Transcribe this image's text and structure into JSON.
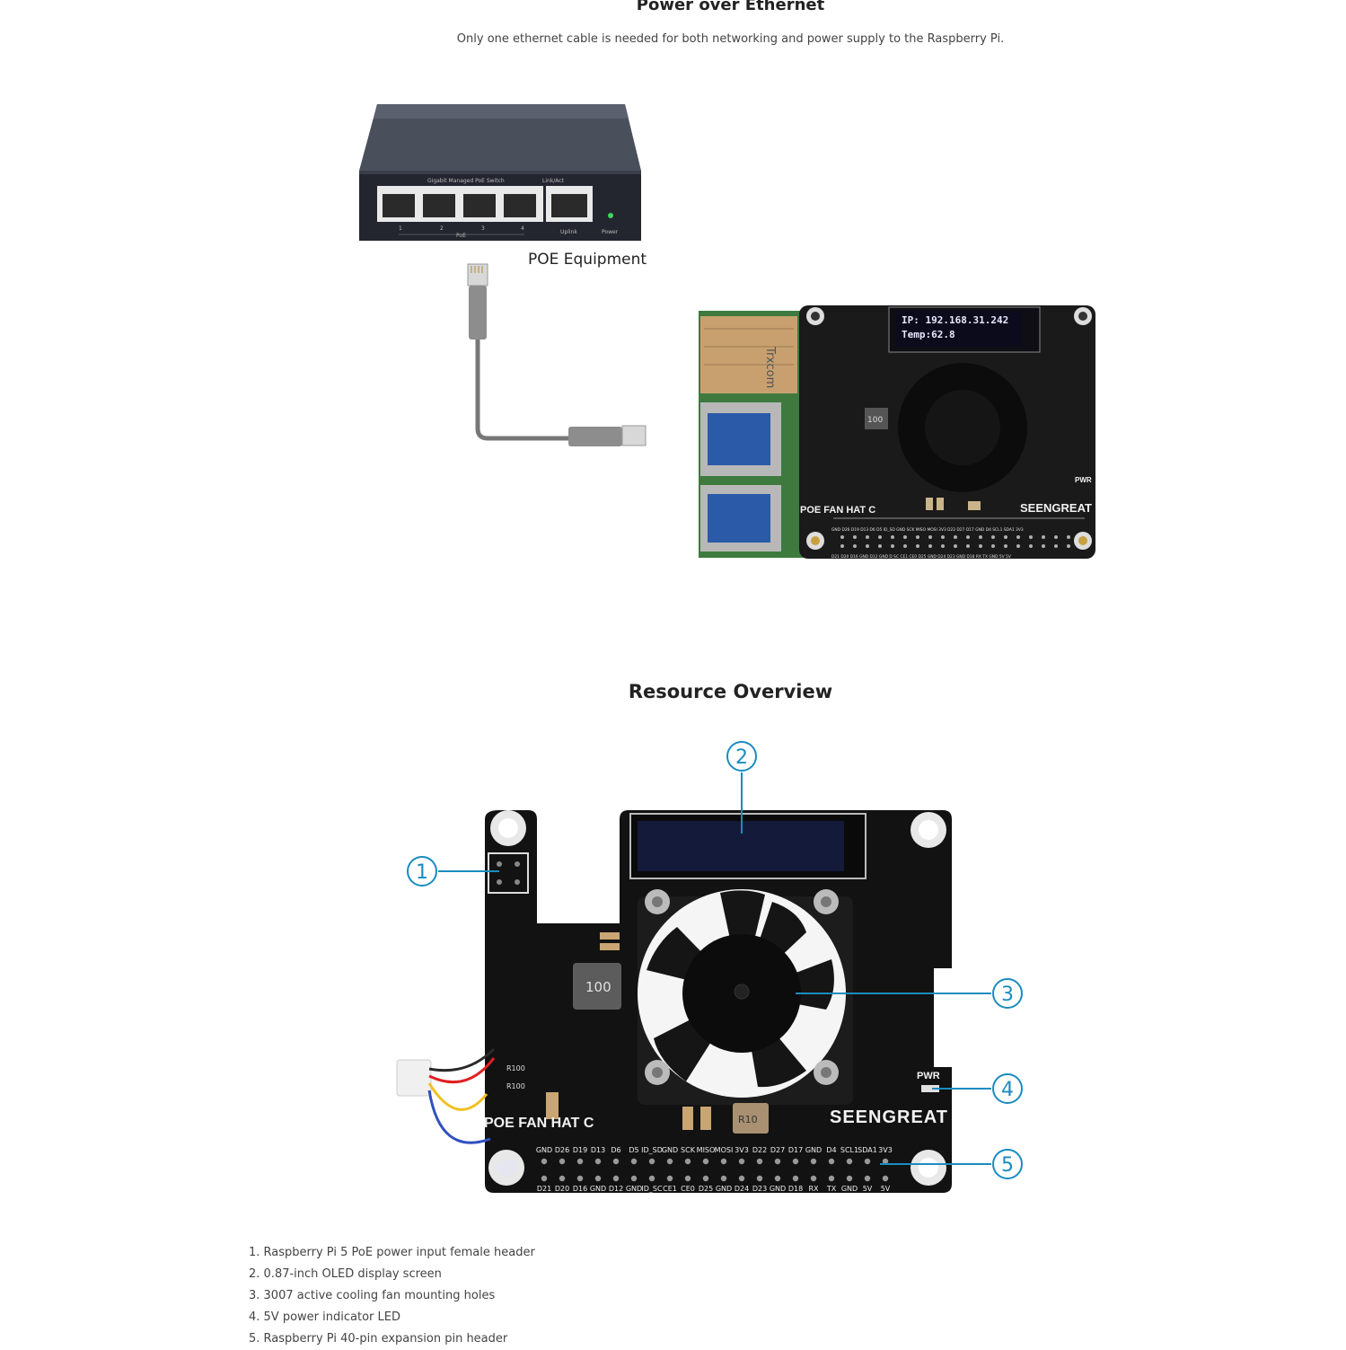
{
  "section1": {
    "title": "Power over Ethernet",
    "subtitle": "Only one ethernet cable is needed for both networking and power supply to the Raspberry Pi.",
    "switch": {
      "model_label": "Gigabit Managed PoE Switch",
      "linkact_label": "Link/Act",
      "port_numbers": [
        "1",
        "2",
        "3",
        "4"
      ],
      "poe_label": "PoE",
      "uplink_label": "Uplink",
      "power_label": "Power"
    },
    "poe_label": "POE Equipment",
    "oled_line1": "IP: 192.168.31.242",
    "oled_line2": "Temp:62.8",
    "inductor_label": "100",
    "board_name": "POE FAN HAT C",
    "brand": "SEENGREAT",
    "pwr_label": "PWR",
    "jack_vendor": "Trxcom",
    "pins_top": "GND D26 D19 D13 D6 D5 ID_SD GND SCK MISO MOSI 3V3 D22 D27 D17 GND D4 SCL1 SDA1 3V3",
    "pins_bottom": "D21 D20 D16 GND D12 GND D SC CE1 CE0 D25 GND D24 D23 GND D18 RX TX GND 5V 5V"
  },
  "section2": {
    "title": "Resource Overview",
    "callouts": [
      "1",
      "2",
      "3",
      "4",
      "5"
    ],
    "inductor_label": "100",
    "res1": "R100",
    "res2": "R100",
    "inductor2": "R10",
    "board_name": "POE FAN HAT C",
    "brand": "SEENGREAT",
    "pwr_label": "PWR",
    "pins_top": [
      "GND",
      "D26",
      "D19",
      "D13",
      "D6",
      "D5",
      "ID_SD",
      "GND",
      "SCK",
      "MISO",
      "MOSI",
      "3V3",
      "D22",
      "D27",
      "D17",
      "GND",
      "D4",
      "SCL1",
      "SDA1",
      "3V3"
    ],
    "pins_bottom": [
      "D21",
      "D20",
      "D16",
      "GND",
      "D12",
      "GND",
      "ID_SC",
      "CE1",
      "CE0",
      "D25",
      "GND",
      "D24",
      "D23",
      "GND",
      "D18",
      "RX",
      "TX",
      "GND",
      "5V",
      "5V"
    ]
  },
  "features": [
    "1. Raspberry Pi 5 PoE power input female header",
    "2. 0.87-inch OLED display screen",
    "3. 3007 active cooling fan mounting holes",
    "4. 5V power indicator LED",
    "5. Raspberry Pi 40-pin expansion pin header"
  ],
  "colors": {
    "callout": "#1a8cbf",
    "pcb": "#141414",
    "switch_body": "#2b2f3a"
  }
}
